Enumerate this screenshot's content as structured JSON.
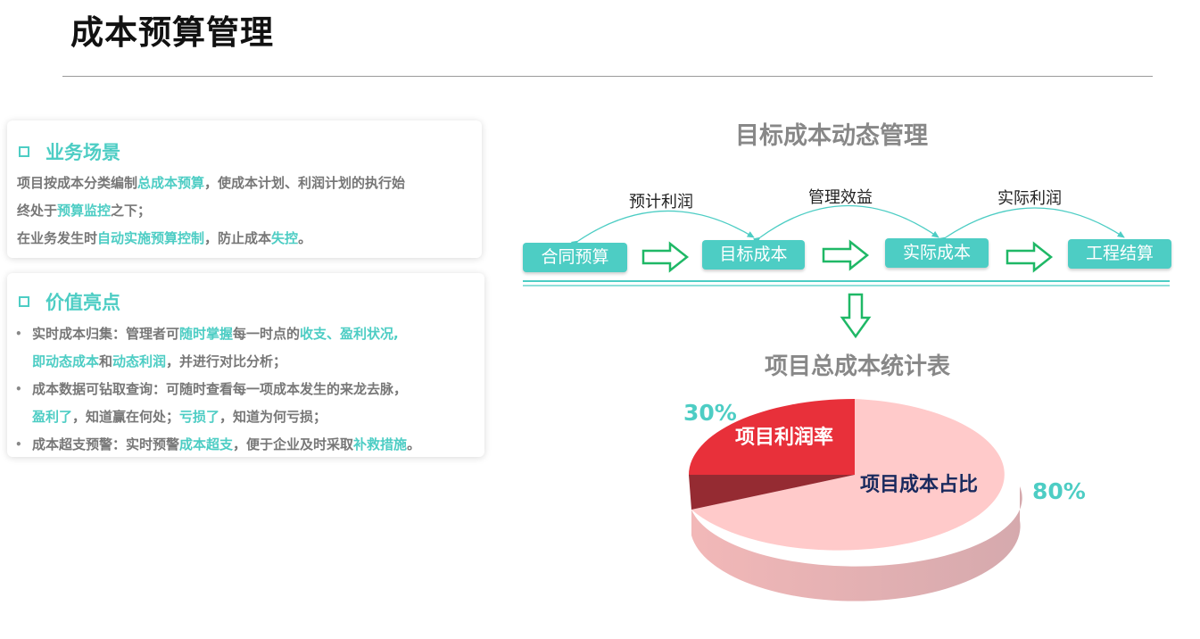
{
  "page": {
    "title": "成本预算管理"
  },
  "scenario": {
    "heading": "业务场景",
    "line1": [
      {
        "t": "项目按成本分类编制",
        "h": false
      },
      {
        "t": "总成本预算",
        "h": true
      },
      {
        "t": "，使成本计划、利润计划的执行始",
        "h": false
      }
    ],
    "line2": [
      {
        "t": "终处于",
        "h": false
      },
      {
        "t": "预算监控",
        "h": true
      },
      {
        "t": "之下；",
        "h": false
      }
    ],
    "line3": [
      {
        "t": "在业务发生时",
        "h": false
      },
      {
        "t": "自动实施预算控制",
        "h": true
      },
      {
        "t": "，防止成本",
        "h": false
      },
      {
        "t": "失控",
        "h": true
      },
      {
        "t": "。",
        "h": false
      }
    ]
  },
  "value": {
    "heading": "价值亮点",
    "bullets": [
      {
        "lines": [
          [
            {
              "t": "实时成本归集：管理者可",
              "h": false
            },
            {
              "t": "随时掌握",
              "h": true
            },
            {
              "t": "每一时点的",
              "h": false
            },
            {
              "t": "收支、盈利状况,",
              "h": true
            }
          ],
          [
            {
              "t": "即动态成本",
              "h": true
            },
            {
              "t": "和",
              "h": false
            },
            {
              "t": "动态利润",
              "h": true
            },
            {
              "t": "，并进行对比分析；",
              "h": false
            }
          ]
        ]
      },
      {
        "lines": [
          [
            {
              "t": "成本数据可钻取查询：可随时查看每一项成本发生的来龙去脉，",
              "h": false
            }
          ],
          [
            {
              "t": "盈利了",
              "h": true
            },
            {
              "t": "，知道赢在何处；",
              "h": false
            },
            {
              "t": "亏损了",
              "h": true
            },
            {
              "t": "，知道为何亏损；",
              "h": false
            }
          ]
        ]
      },
      {
        "lines": [
          [
            {
              "t": "成本超支预警：实时预警",
              "h": false
            },
            {
              "t": "成本超支",
              "h": true
            },
            {
              "t": "，便于企业及时采取",
              "h": false
            },
            {
              "t": "补救措施",
              "h": true
            },
            {
              "t": "。",
              "h": false
            }
          ]
        ]
      }
    ]
  },
  "flow": {
    "title": "目标成本动态管理",
    "boxes": [
      "合同预算",
      "目标成本",
      "实际成本",
      "工程结算"
    ],
    "arcs": [
      "预计利润",
      "管理效益",
      "实际利润"
    ]
  },
  "summary": {
    "title": "项目总成本统计表",
    "slices": [
      {
        "label": "项目利润率",
        "percent_text": "30%",
        "color": "#e8303a"
      },
      {
        "label": "项目成本占比",
        "percent_text": "80%",
        "color": "#ffcaca"
      }
    ]
  },
  "colors": {
    "accent": "#4dcdc4",
    "arrow": "#1fb866",
    "muted": "#777777"
  }
}
